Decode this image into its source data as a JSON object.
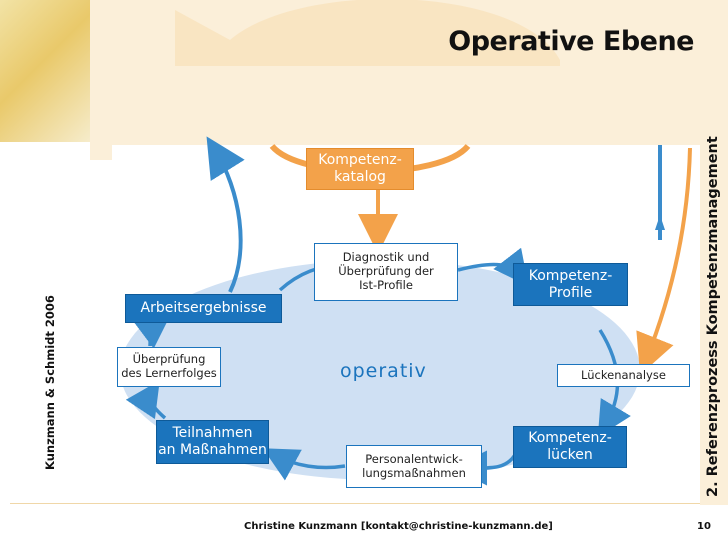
{
  "title": "Operative Ebene",
  "side_left": "Kunzmann & Schmidt 2006",
  "side_right": "2. Referenzprozess Kompetenzmanagement",
  "footer": "Christine Kunzmann [kontakt@christine-kunzmann.de]",
  "page_number": "10",
  "center_label": "operativ",
  "nodes": {
    "katalog": "Kompetenz-\nkatalog",
    "diagnostik": "Diagnostik und\nÜberprüfung der\nIst-Profile",
    "profile": "Kompetenz-\nProfile",
    "lueckenanalyse": "Lückenanalyse",
    "luecken": "Kompetenz-\nlücken",
    "personal": "Personalentwick-\nlungsmaßnahmen",
    "teilnahmen": "Teilnahmen\nan Maßnahmen",
    "ueberpruefung": "Überprüfung\ndes Lernerfolges",
    "arbeit": "Arbeitsergebnisse"
  },
  "colors": {
    "blue": "#1b74bd",
    "orange": "#f3a24a",
    "ellipse": "#cfe0f3",
    "background_wave": "#f7b05a"
  }
}
